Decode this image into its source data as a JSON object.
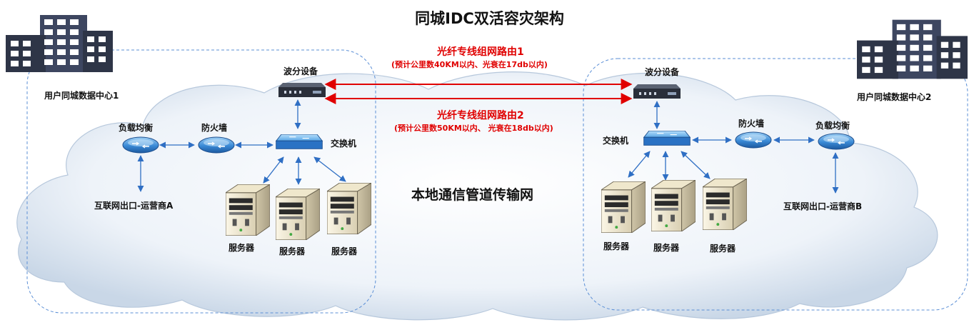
{
  "title": "同城IDC双活容灾架构",
  "center_label": "本地通信管道传输网",
  "routes": [
    {
      "name": "光纤专线组网路由1",
      "note": "(预计公里数40KM以内、光衰在17db以内)"
    },
    {
      "name": "光纤专线组网路由2",
      "note": "(预计公里数50KM以内、 光衰在18db以内)"
    }
  ],
  "left": {
    "dc_name": "用户同城数据中心1",
    "wdm": "波分设备",
    "lb": "负载均衡",
    "fw": "防火墙",
    "switch": "交换机",
    "internet": "互联网出口-运营商A",
    "servers": [
      "服务器",
      "服务器",
      "服务器"
    ]
  },
  "right": {
    "dc_name": "用户同城数据中心2",
    "wdm": "波分设备",
    "lb": "负载均衡",
    "fw": "防火墙",
    "switch": "交换机",
    "internet": "互联网出口-运营商B",
    "servers": [
      "服务器",
      "服务器",
      "服务器"
    ]
  },
  "colors": {
    "route": "#e00000",
    "link": "#2f6fc4",
    "zone_border": "#5b8fd6",
    "building": "#3d4660",
    "device_blue": "#3a8ad6"
  }
}
